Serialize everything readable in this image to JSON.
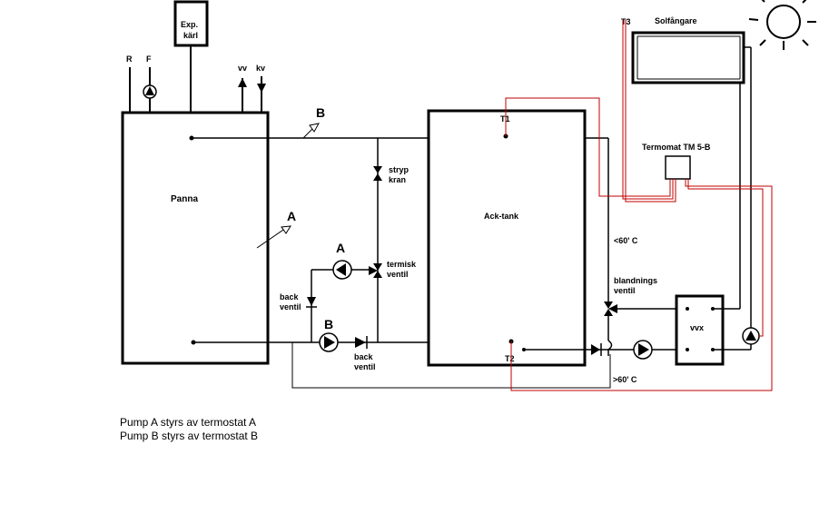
{
  "labels": {
    "exp_line1": "Exp.",
    "exp_line2": "kärl",
    "r": "R",
    "f": "F",
    "vv": "vv",
    "kv": "kv",
    "b_top": "B",
    "panna": "Panna",
    "a_arrow": "A",
    "stryp_line1": "stryp",
    "stryp_line2": "kran",
    "pump_a": "A",
    "termisk_line1": "termisk",
    "termisk_line2": "ventil",
    "back1_line1": "back",
    "back1_line2": "ventil",
    "pump_b": "B",
    "back2_line1": "back",
    "back2_line2": "ventil",
    "ack_tank": "Ack-tank",
    "t1": "T1",
    "t2": "T2",
    "t3": "T3",
    "solfangare": "Solfångare",
    "termomat": "Termomat TM 5-B",
    "lt60": "<60' C",
    "gt60": ">60' C",
    "blandnings_line1": "blandnings",
    "blandnings_line2": "ventil",
    "vvx": "vvx"
  },
  "notes": {
    "line1": "Pump A styrs av termostat A",
    "line2": "Pump B styrs av termostat B"
  }
}
